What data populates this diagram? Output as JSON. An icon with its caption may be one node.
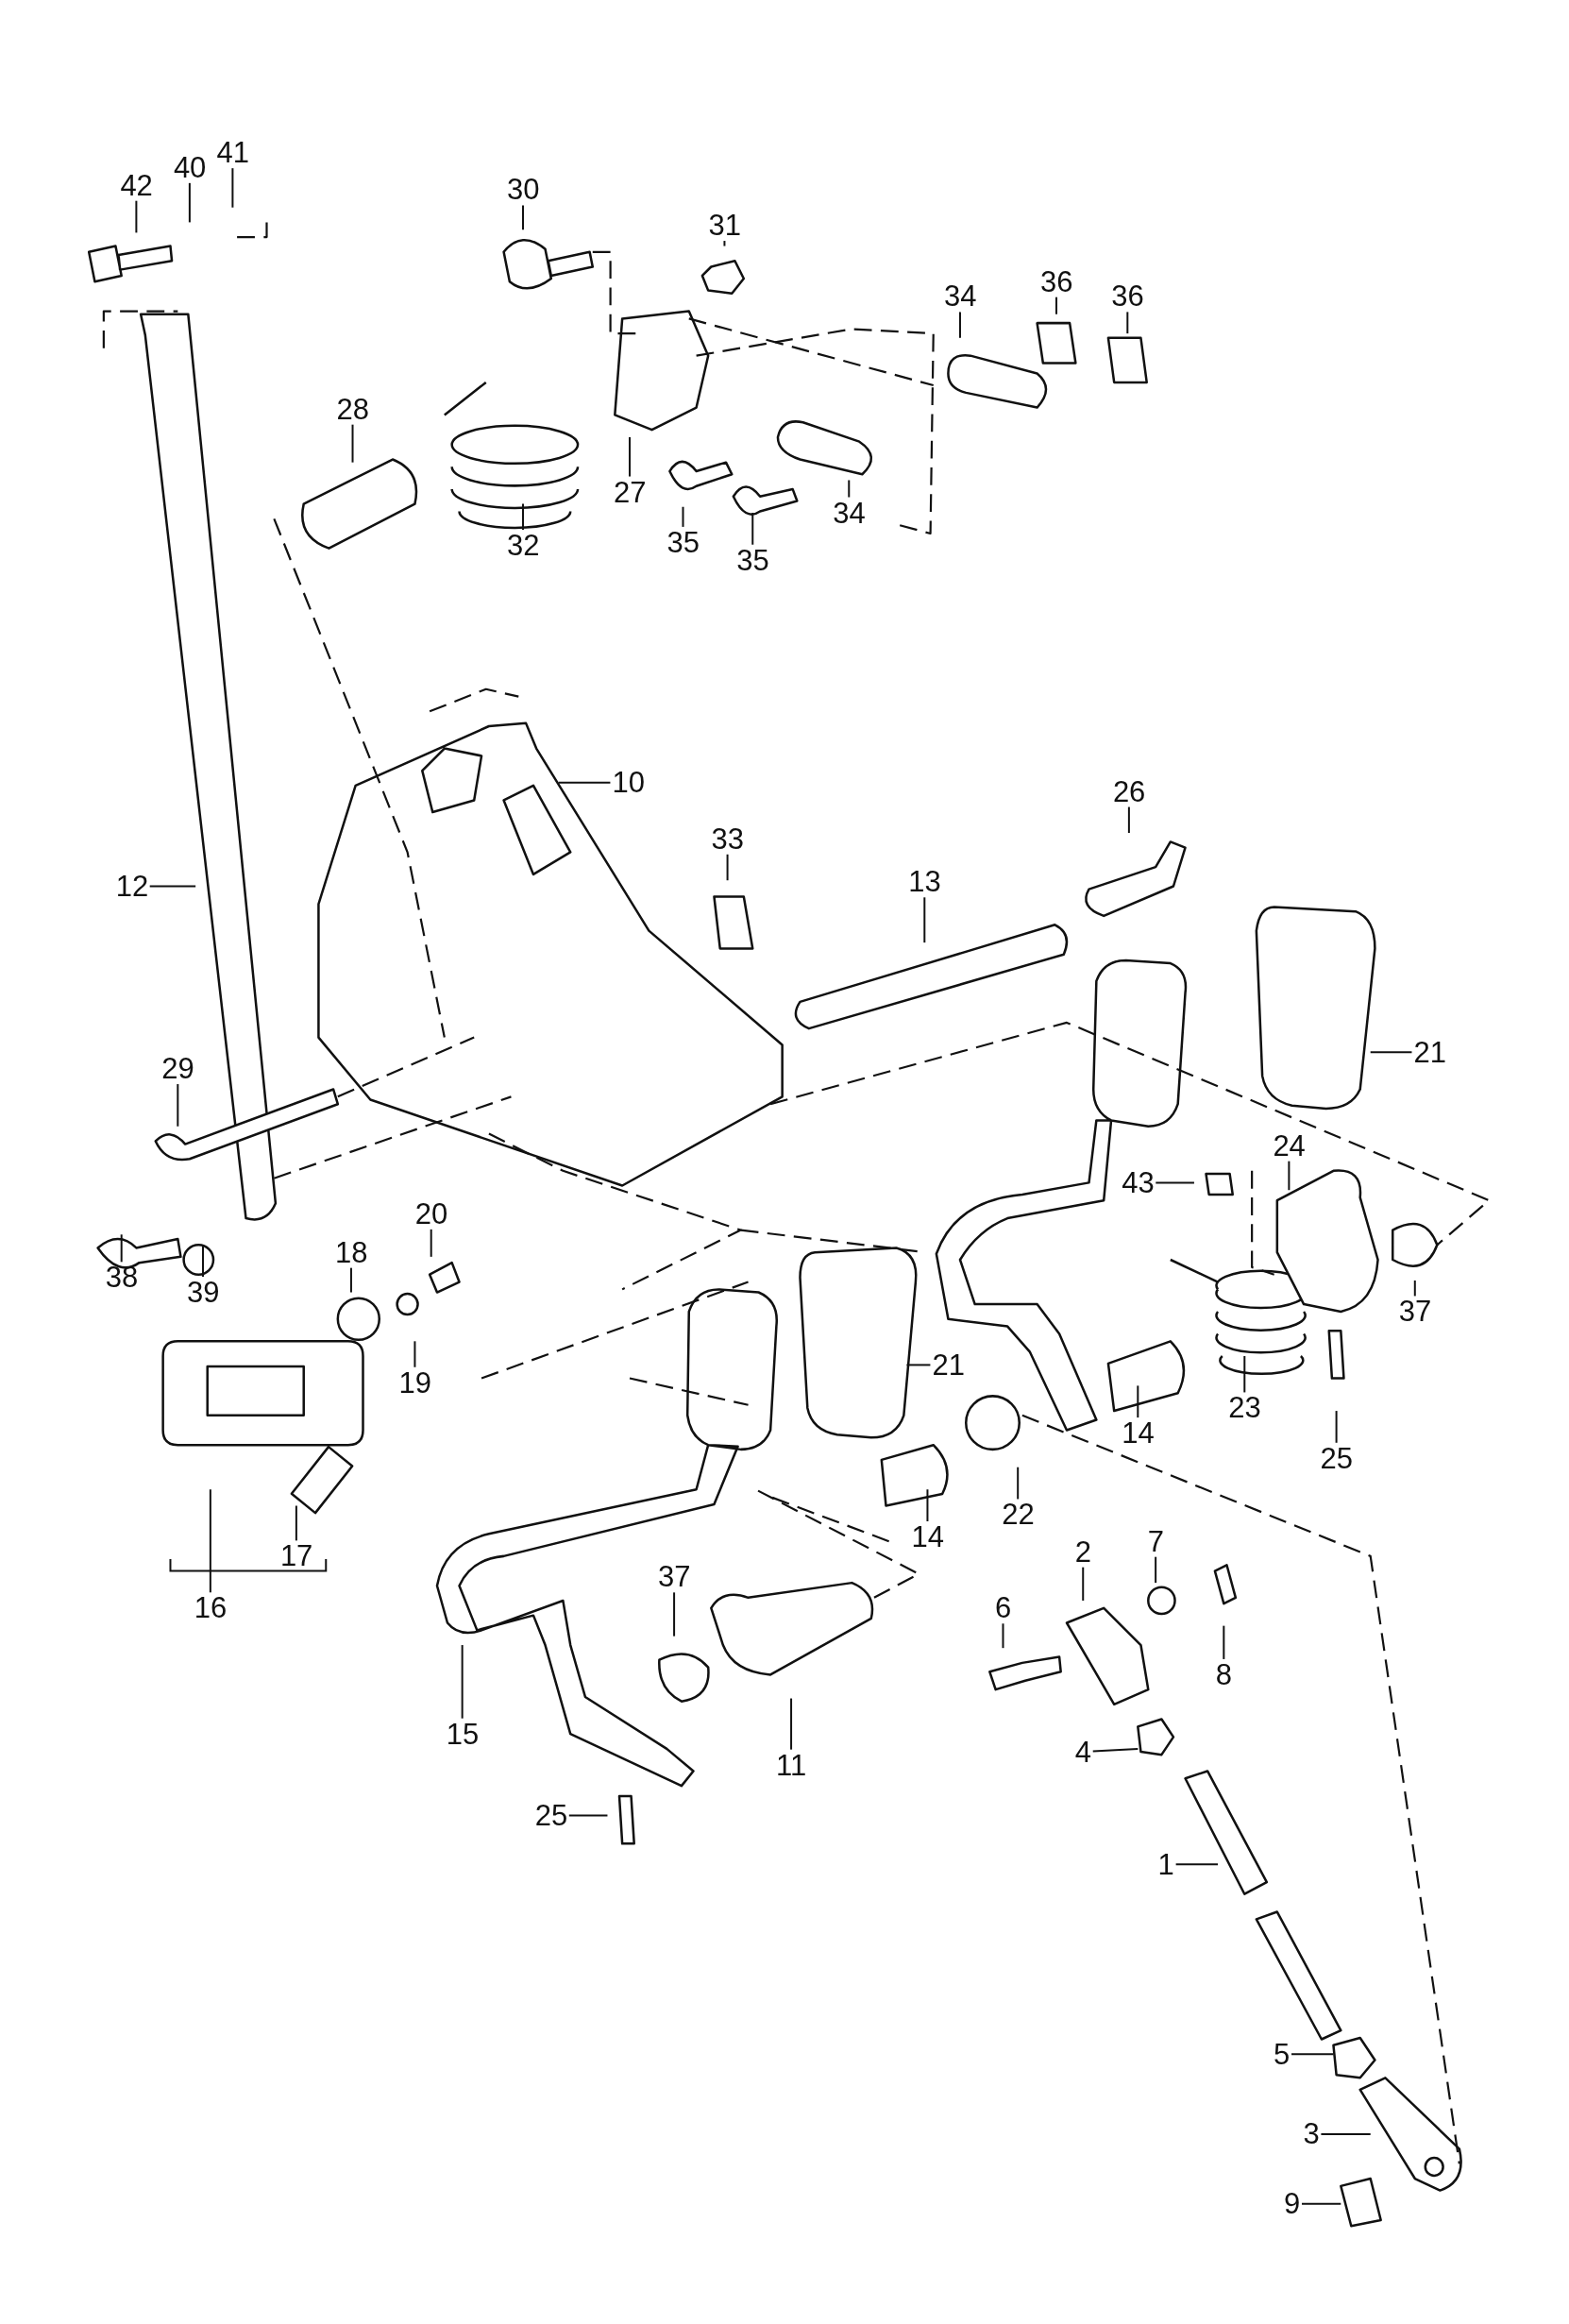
{
  "diagram": {
    "nodes": [
      {
        "text": [
          "41"
        ]
      },
      {
        "text": [
          "40"
        ]
      },
      {
        "text": [
          "42"
        ]
      },
      {
        "text": [
          "30"
        ]
      },
      {
        "text": [
          "31"
        ]
      },
      {
        "text": [
          "36"
        ]
      },
      {
        "text": [
          "34"
        ]
      },
      {
        "text": [
          "36"
        ]
      },
      {
        "text": [
          "28"
        ]
      },
      {
        "text": [
          "27"
        ]
      },
      {
        "text": [
          "34"
        ]
      },
      {
        "text": [
          "35"
        ]
      },
      {
        "text": [
          "32"
        ]
      },
      {
        "text": [
          "35"
        ]
      },
      {
        "text": [
          "10"
        ]
      },
      {
        "text": [
          "26"
        ]
      },
      {
        "text": [
          "33"
        ]
      },
      {
        "text": [
          "13"
        ]
      },
      {
        "text": [
          "12"
        ]
      },
      {
        "text": [
          "21"
        ]
      },
      {
        "text": [
          "29"
        ]
      },
      {
        "text": [
          "24"
        ]
      },
      {
        "text": [
          "43"
        ]
      },
      {
        "text": [
          "20"
        ]
      },
      {
        "text": [
          "18"
        ]
      },
      {
        "text": [
          "38"
        ]
      },
      {
        "text": [
          "39"
        ]
      },
      {
        "text": [
          "37"
        ]
      },
      {
        "text": [
          "21"
        ]
      },
      {
        "text": [
          "19"
        ]
      },
      {
        "text": [
          "23"
        ]
      },
      {
        "text": [
          "14"
        ]
      },
      {
        "text": [
          "25"
        ]
      },
      {
        "text": [
          "22"
        ]
      },
      {
        "text": [
          "14"
        ]
      },
      {
        "text": [
          "7"
        ]
      },
      {
        "text": [
          "2"
        ]
      },
      {
        "text": [
          "17"
        ]
      },
      {
        "text": [
          "37"
        ]
      },
      {
        "text": [
          "6"
        ]
      },
      {
        "text": [
          "16"
        ]
      },
      {
        "text": [
          "8"
        ]
      },
      {
        "text": [
          "15"
        ]
      },
      {
        "text": [
          "4"
        ]
      },
      {
        "text": [
          "11"
        ]
      },
      {
        "text": [
          "25"
        ]
      },
      {
        "text": [
          "1"
        ]
      },
      {
        "text": [
          "5"
        ]
      },
      {
        "text": [
          "3"
        ]
      },
      {
        "text": [
          "9"
        ]
      }
    ],
    "edges": [
      {
        "from": 0,
        "to": null,
        "arrow": "none"
      },
      {
        "from": 1,
        "to": null,
        "arrow": "none"
      },
      {
        "from": 2,
        "to": null,
        "arrow": "none"
      },
      {
        "from": 3,
        "to": null,
        "arrow": "none"
      },
      {
        "from": 4,
        "to": null,
        "arrow": "none"
      },
      {
        "from": 5,
        "to": null,
        "arrow": "none"
      },
      {
        "from": 6,
        "to": null,
        "arrow": "none"
      },
      {
        "from": 7,
        "to": null,
        "arrow": "none"
      },
      {
        "from": 8,
        "to": null,
        "arrow": "none"
      },
      {
        "from": 9,
        "to": null,
        "arrow": "none"
      },
      {
        "from": 10,
        "to": null,
        "arrow": "none"
      },
      {
        "from": 11,
        "to": null,
        "arrow": "none"
      },
      {
        "from": 12,
        "to": null,
        "arrow": "none"
      },
      {
        "from": 13,
        "to": null,
        "arrow": "none"
      },
      {
        "from": 14,
        "to": null,
        "arrow": "none"
      },
      {
        "from": 15,
        "to": null,
        "arrow": "none"
      },
      {
        "from": 16,
        "to": null,
        "arrow": "none"
      },
      {
        "from": 17,
        "to": null,
        "arrow": "none"
      },
      {
        "from": 18,
        "to": null,
        "arrow": "none"
      },
      {
        "from": 19,
        "to": null,
        "arrow": "none"
      },
      {
        "from": 20,
        "to": null,
        "arrow": "none"
      },
      {
        "from": 21,
        "to": null,
        "arrow": "none"
      },
      {
        "from": 22,
        "to": null,
        "arrow": "none"
      },
      {
        "from": 23,
        "to": null,
        "arrow": "none"
      },
      {
        "from": 24,
        "to": null,
        "arrow": "none"
      },
      {
        "from": 25,
        "to": null,
        "arrow": "none"
      },
      {
        "from": 26,
        "to": null,
        "arrow": "none"
      },
      {
        "from": 27,
        "to": null,
        "arrow": "none"
      },
      {
        "from": 28,
        "to": null,
        "arrow": "none"
      },
      {
        "from": 29,
        "to": null,
        "arrow": "none"
      },
      {
        "from": 30,
        "to": null,
        "arrow": "none"
      },
      {
        "from": 31,
        "to": null,
        "arrow": "none"
      },
      {
        "from": 32,
        "to": null,
        "arrow": "none"
      },
      {
        "from": 33,
        "to": null,
        "arrow": "none"
      },
      {
        "from": 34,
        "to": null,
        "arrow": "none"
      },
      {
        "from": 35,
        "to": null,
        "arrow": "none"
      },
      {
        "from": 36,
        "to": null,
        "arrow": "none"
      },
      {
        "from": 37,
        "to": null,
        "arrow": "none"
      },
      {
        "from": 38,
        "to": null,
        "arrow": "none"
      },
      {
        "from": 39,
        "to": null,
        "arrow": "none"
      },
      {
        "from": 40,
        "to": null,
        "arrow": "none"
      },
      {
        "from": 41,
        "to": null,
        "arrow": "none"
      },
      {
        "from": 42,
        "to": null,
        "arrow": "none"
      },
      {
        "from": 43,
        "to": null,
        "arrow": "none"
      },
      {
        "from": 44,
        "to": null,
        "arrow": "none"
      },
      {
        "from": 45,
        "to": null,
        "arrow": "none"
      },
      {
        "from": 46,
        "to": null,
        "arrow": "none"
      },
      {
        "from": 47,
        "to": null,
        "arrow": "none"
      },
      {
        "from": 48,
        "to": null,
        "arrow": "none"
      },
      {
        "from": 49,
        "to": null,
        "arrow": "none"
      }
    ]
  }
}
